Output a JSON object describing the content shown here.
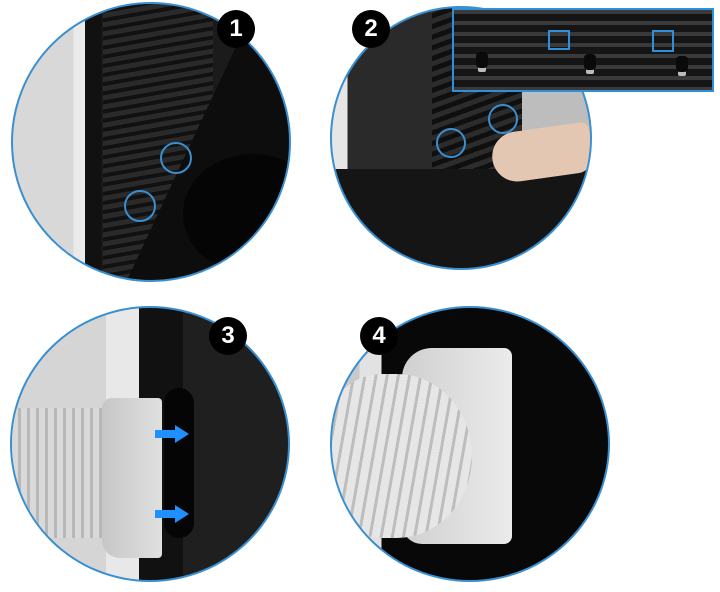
{
  "steps": [
    {
      "number": "1",
      "description": "Window vent panel being attached to the rear grille; two mounting clips highlighted"
    },
    {
      "number": "2",
      "description": "Panel slid onto the pins; inset zoom shows three pins with two slots highlighted"
    },
    {
      "number": "3",
      "description": "Exhaust hose adapter pushed into the window panel opening (arrows show direction)"
    },
    {
      "number": "4",
      "description": "Exhaust hose adapter seated in the panel"
    }
  ],
  "colors": {
    "accent_blue": "#2f8fd8",
    "badge_bg": "#000000",
    "badge_text": "#ffffff",
    "arrow_blue": "#1e90ff"
  },
  "icons": {
    "badge_shape": "filled-black-circle",
    "arrow": "right-arrow-icon"
  }
}
